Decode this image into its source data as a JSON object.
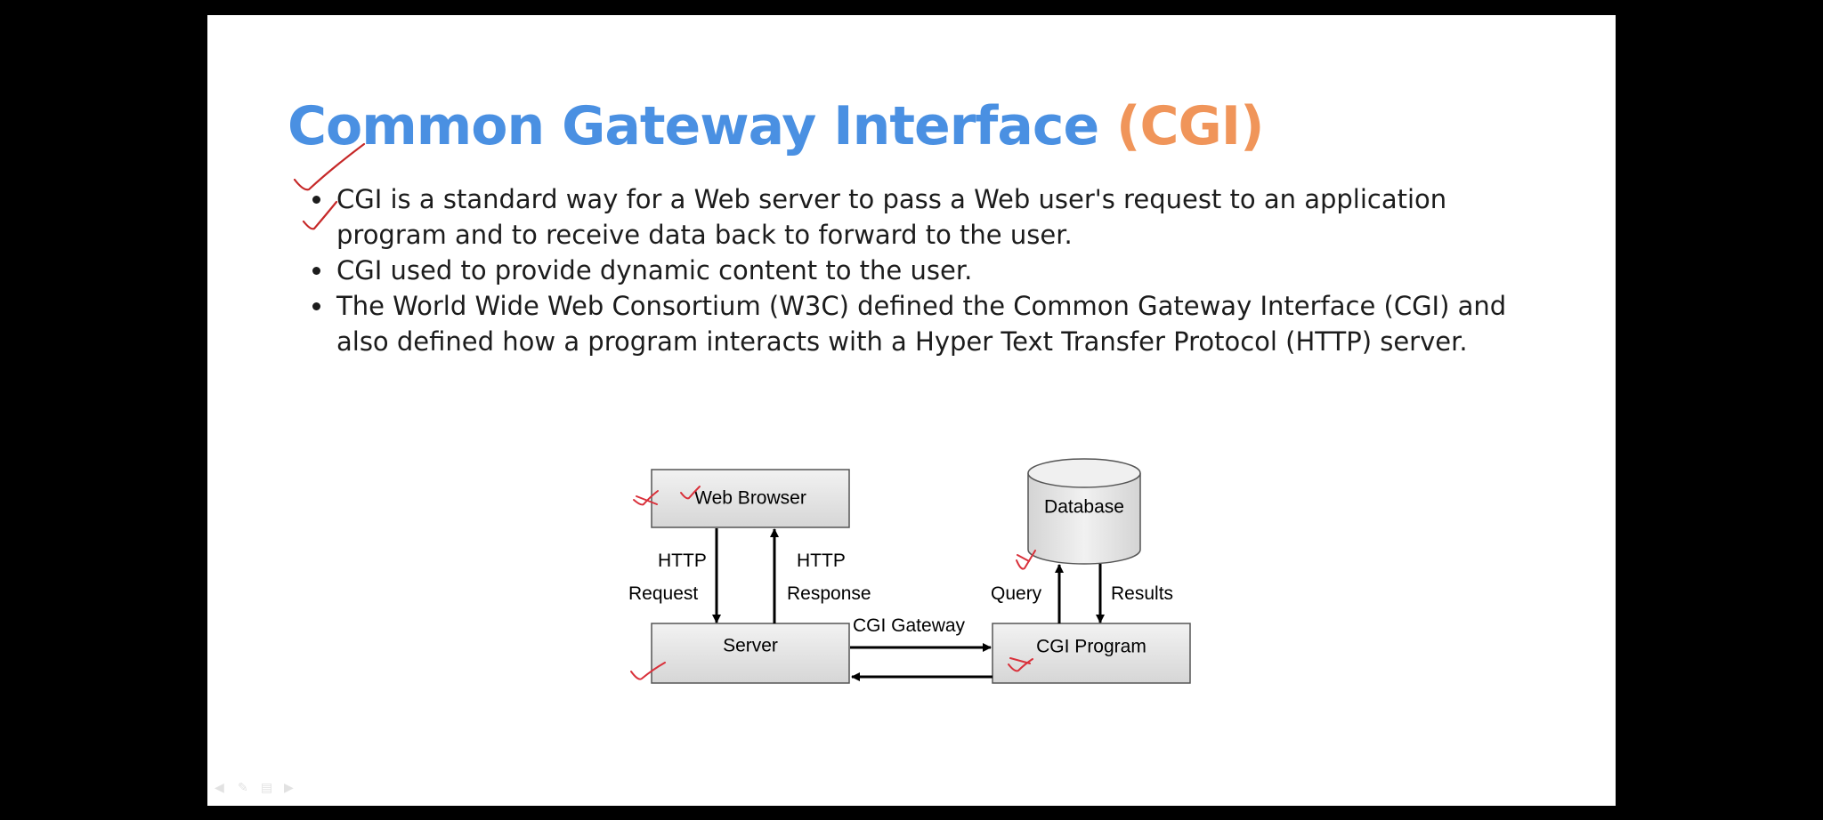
{
  "slide": {
    "title_main": "Common Gateway Interface",
    "title_acronym": "(CGI)",
    "bullets": [
      "CGI is a standard way for a Web server to pass a Web user's request to an application program and to receive data back to forward to the user.",
      "CGI used to provide dynamic content to the user.",
      "The World Wide Web Consortium (W3C) defined the Common Gateway Interface (CGI) and also defined how a program interacts with a Hyper Text Transfer Protocol (HTTP) server."
    ]
  },
  "diagram": {
    "nodes": {
      "web_browser": "Web Browser",
      "server": "Server",
      "database": "Database",
      "cgi_program": "CGI Program"
    },
    "edges": {
      "http_request_1": "HTTP",
      "http_request_2": "Request",
      "http_response_1": "HTTP",
      "http_response_2": "Response",
      "cgi_gateway": "CGI Gateway",
      "query": "Query",
      "results": "Results"
    }
  },
  "colors": {
    "title_blue": "#4a90e2",
    "title_orange": "#f0955a",
    "annotation_red": "#d9303a",
    "box_fill": "#e6e6e6"
  },
  "icons": [
    "check-mark-annotation-icon",
    "prev-slide-icon",
    "pen-icon",
    "menu-icon",
    "next-slide-icon"
  ]
}
